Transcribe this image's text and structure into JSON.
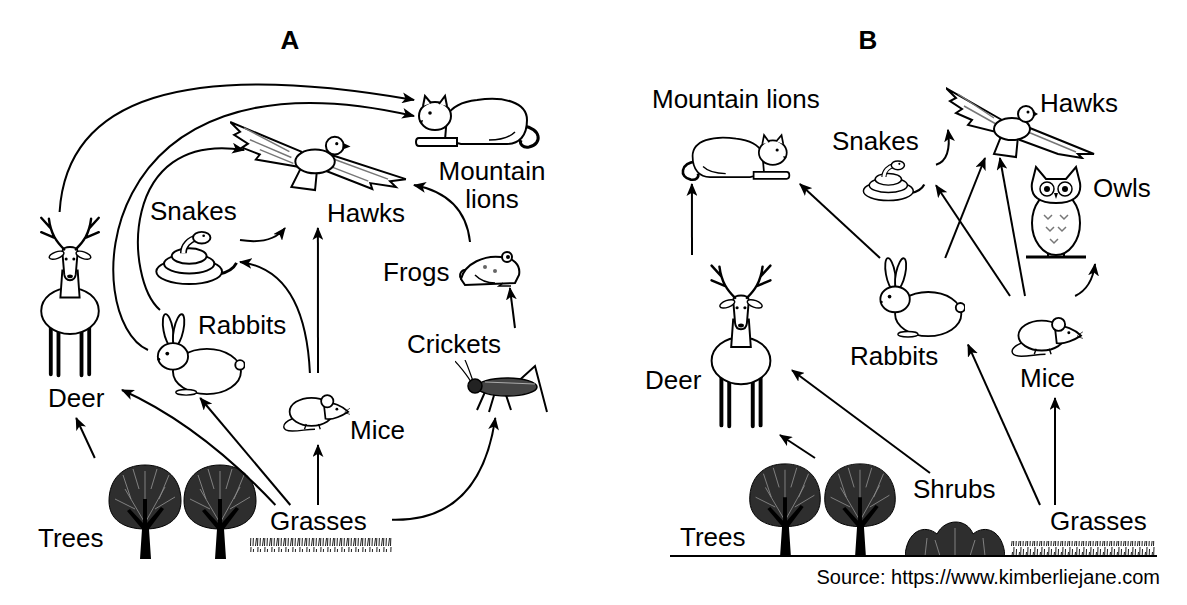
{
  "diagram": {
    "caption": "Source: https://www.kimberliejane.com",
    "nodes": [
      {
        "text": [
          "Trees"
        ]
      },
      {
        "text": [
          "Grasses"
        ]
      },
      {
        "text": [
          "Deer"
        ]
      },
      {
        "text": [
          "Rabbits"
        ]
      },
      {
        "text": [
          "Mice"
        ]
      },
      {
        "text": [
          "Crickets"
        ]
      },
      {
        "text": [
          "Frogs"
        ]
      },
      {
        "text": [
          "Snakes"
        ]
      },
      {
        "text": [
          "Hawks"
        ]
      },
      {
        "text": [
          "Mountain lions"
        ]
      },
      {
        "text": [
          "Trees"
        ]
      },
      {
        "text": [
          "Shrubs"
        ]
      },
      {
        "text": [
          "Grasses"
        ]
      },
      {
        "text": [
          "Deer"
        ]
      },
      {
        "text": [
          "Rabbits"
        ]
      },
      {
        "text": [
          "Mice"
        ]
      },
      {
        "text": [
          "Snakes"
        ]
      },
      {
        "text": [
          "Hawks"
        ]
      },
      {
        "text": [
          "Owls"
        ]
      },
      {
        "text": [
          "Mountain lions"
        ]
      }
    ],
    "edges": [
      {
        "from": 0,
        "to": 2,
        "arrow": "to"
      },
      {
        "from": 1,
        "to": 2,
        "arrow": "to"
      },
      {
        "from": 1,
        "to": 3,
        "arrow": "to"
      },
      {
        "from": 1,
        "to": 4,
        "arrow": "to"
      },
      {
        "from": 1,
        "to": 5,
        "arrow": "to"
      },
      {
        "from": 2,
        "to": 9,
        "arrow": "to"
      },
      {
        "from": 3,
        "to": 9,
        "arrow": "to"
      },
      {
        "from": 3,
        "to": 8,
        "arrow": "to"
      },
      {
        "from": 4,
        "to": 7,
        "arrow": "to"
      },
      {
        "from": 4,
        "to": 8,
        "arrow": "to"
      },
      {
        "from": 7,
        "to": 8,
        "arrow": "to"
      },
      {
        "from": 5,
        "to": 6,
        "arrow": "to"
      },
      {
        "from": 6,
        "to": 8,
        "arrow": "to"
      },
      {
        "from": 10,
        "to": 13,
        "arrow": "to"
      },
      {
        "from": 11,
        "to": 13,
        "arrow": "to"
      },
      {
        "from": 12,
        "to": 14,
        "arrow": "to"
      },
      {
        "from": 12,
        "to": 15,
        "arrow": "to"
      },
      {
        "from": 13,
        "to": 19,
        "arrow": "to"
      },
      {
        "from": 14,
        "to": 19,
        "arrow": "to"
      },
      {
        "from": 14,
        "to": 17,
        "arrow": "to"
      },
      {
        "from": 15,
        "to": 16,
        "arrow": "to"
      },
      {
        "from": 15,
        "to": 17,
        "arrow": "to"
      },
      {
        "from": 15,
        "to": 18,
        "arrow": "to"
      },
      {
        "from": 16,
        "to": 17,
        "arrow": "to"
      }
    ],
    "labels": [
      "A",
      "B"
    ]
  }
}
